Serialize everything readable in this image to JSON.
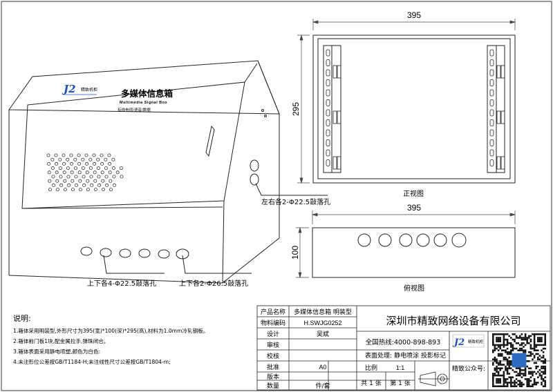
{
  "product": {
    "logo_text": "精致机柜",
    "title": "多媒体信息箱",
    "subtitle": "Multimedia Signal Box",
    "tagline": "有线电视/语音/数据"
  },
  "dimensions": {
    "front_width": "395",
    "front_height": "295",
    "top_width": "395",
    "top_depth": "100"
  },
  "annotations": {
    "side_holes": "左右各2-Φ22.5敲落孔",
    "bottom_small_holes": "上下各4-Φ22.5敲落孔",
    "bottom_large_holes": "上下各2-Φ26.5敲落孔"
  },
  "views": {
    "front": "正视图",
    "top": "俯视图"
  },
  "notes": {
    "heading": "说明:",
    "items": [
      "1.箱体采用明装型,外形尺寸为395(宽)*100(深)*295(高),材料为1.0mm冷轧钢板。",
      "2.箱体前门板1块,配金属拉手,弹珠闭合。",
      "3.箱体表面采用静电喷塑,颜色为白色:",
      "4.未注形位公差按GB/T1184-H;未注线性尺寸公差按GB/T1804-m;"
    ]
  },
  "title_block": {
    "product_name_label": "产品名称",
    "product_name_value": "多媒体信息箱 明装型",
    "material_code_label": "物料编码",
    "material_code_value": "H.SWJG0252",
    "design_label": "设计",
    "design_value": "吴斌",
    "review_label": "审核",
    "verify_label": "校核",
    "approve_label": "批准",
    "version_label": "版本",
    "version_value": "A0",
    "quantity_label": "数量",
    "quantity_value": "件/套",
    "company": "深圳市精致网络设备有限公司",
    "hotline": "全国热线:4000-898-893",
    "surface_treatment": "表面处理: 静电喷涂",
    "projection_label": "投影标记",
    "scale_label": "比例",
    "scale_value": "1:1",
    "sheets_total": "共 1 张",
    "sheet_no": "第 1 张",
    "wechat_label": "精致公众号:",
    "logo_text": "精致机柜"
  },
  "colors": {
    "line": "#222222",
    "logo_blue": "#1f4fb6",
    "dim_line": "#444444"
  }
}
